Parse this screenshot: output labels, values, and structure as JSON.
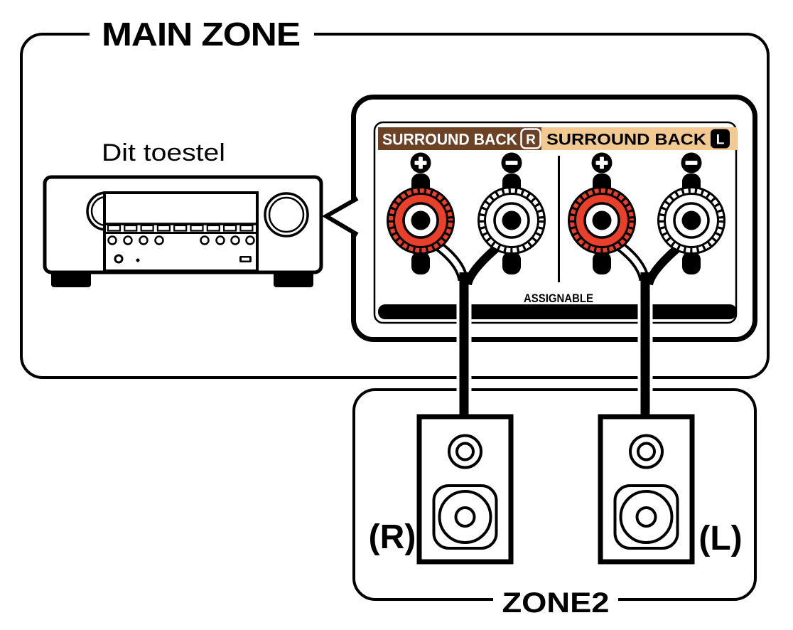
{
  "diagram": {
    "main_zone": {
      "title": "MAIN ZONE",
      "device_label": "Dit toestel"
    },
    "terminal_panel": {
      "assignable_label": "ASSIGNABLE",
      "sections": [
        {
          "label": "SURROUND BACK",
          "channel": "R",
          "label_bg": "#6b4226",
          "label_fg": "#ffffff"
        },
        {
          "label": "SURROUND BACK",
          "channel": "L",
          "label_bg": "#f3c992",
          "label_fg": "#000000"
        }
      ],
      "terminals": [
        {
          "polarity": "+",
          "icon": "plus-icon",
          "color": "#e8402a"
        },
        {
          "polarity": "−",
          "icon": "minus-icon",
          "color": "#ffffff"
        },
        {
          "polarity": "+",
          "icon": "plus-icon",
          "color": "#e8402a"
        },
        {
          "polarity": "−",
          "icon": "minus-icon",
          "color": "#ffffff"
        }
      ]
    },
    "zone2": {
      "title": "ZONE2",
      "speakers": [
        {
          "label": "(R)",
          "channel": "R"
        },
        {
          "label": "(L)",
          "channel": "L"
        }
      ]
    },
    "colors": {
      "line": "#000000",
      "background": "#ffffff"
    }
  }
}
